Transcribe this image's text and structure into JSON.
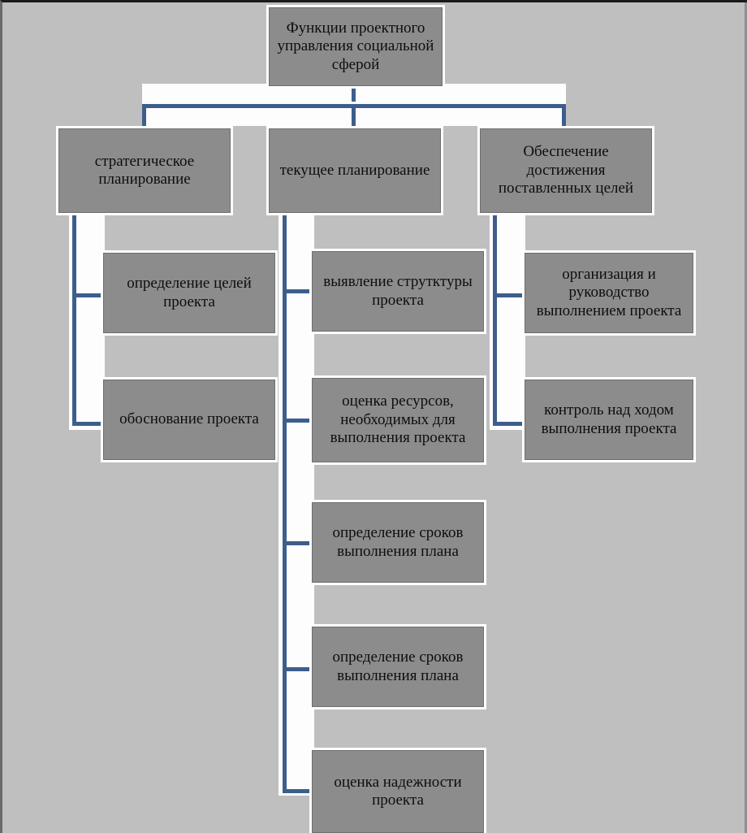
{
  "diagram": {
    "title_box": {
      "text": "Функции проектного управления социальной сферой"
    },
    "level2": [
      {
        "id": "strategic",
        "text": "стратегическое планирование"
      },
      {
        "id": "current",
        "text": "текущее планирование"
      },
      {
        "id": "assurance",
        "text": "Обеспечение достижения поставленных целей"
      }
    ],
    "branch_left": [
      {
        "id": "goals",
        "text": "определение целей проекта"
      },
      {
        "id": "rationale",
        "text": "обоснование проекта"
      }
    ],
    "branch_middle": [
      {
        "id": "structure",
        "text": "выявление струтктуры проекта"
      },
      {
        "id": "resources",
        "text": "оценка ресурсов, необходимых для выполнения проекта"
      },
      {
        "id": "deadlines1",
        "text": "определение сроков выполнения плана"
      },
      {
        "id": "deadlines2",
        "text": "определение сроков выполнения плана"
      },
      {
        "id": "reliability",
        "text": "оценка надежности проекта"
      }
    ],
    "branch_right": [
      {
        "id": "management",
        "text": "организация и руководство выполнением проекта"
      },
      {
        "id": "control",
        "text": "контроль над ходом выполнения проекта"
      }
    ],
    "colors": {
      "background": "#bfbfbf",
      "node_fill": "#8c8c8c",
      "node_border": "#ffffff",
      "connector": "#3d5e8c",
      "connector_backing": "#fdfdfd",
      "text": "#0d0d0d"
    }
  }
}
